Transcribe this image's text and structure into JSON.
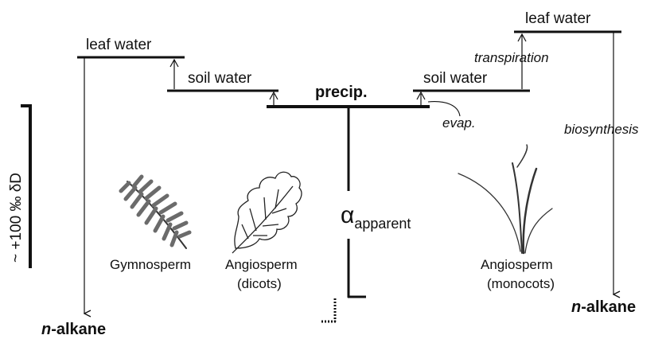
{
  "labels": {
    "leaf_water_left": "leaf water",
    "leaf_water_right": "leaf water",
    "soil_water_left": "soil water",
    "soil_water_right": "soil water",
    "precip": "precip.",
    "transpiration": "transpiration",
    "evap": "evap.",
    "biosynthesis": "biosynthesis",
    "alpha_symbol": "α",
    "alpha_subscript": "apparent",
    "n_alkane_left_italic": "n",
    "n_alkane_left_rest": "-alkane",
    "n_alkane_right_italic": "n",
    "n_alkane_right_rest": "-alkane",
    "scale": "~ +100 ‰ δD"
  },
  "plants": [
    {
      "name": "Gymnosperm",
      "sub": ""
    },
    {
      "name": "Angiosperm",
      "sub": "(dicots)"
    },
    {
      "name": "Angiosperm",
      "sub": "(monocots)"
    }
  ],
  "colors": {
    "ink": "#111111",
    "foliage": "#6b6b6b"
  }
}
